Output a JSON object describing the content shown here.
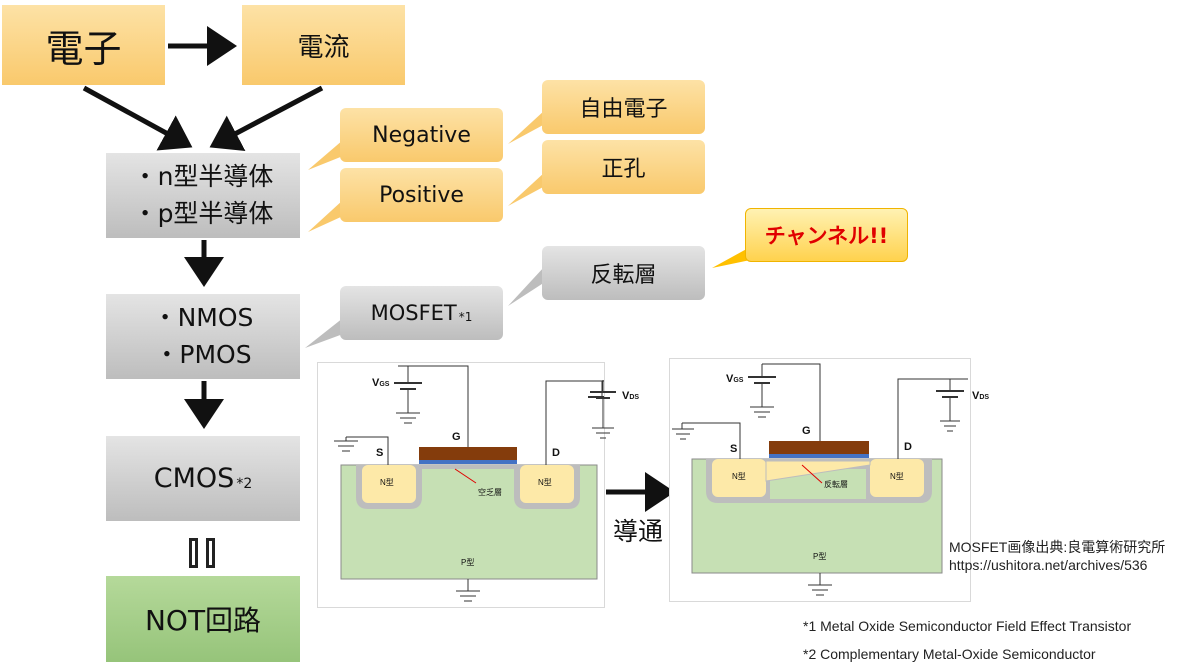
{
  "flow": {
    "electron": "電子",
    "current": "電流",
    "semi_n": "・n型半導体",
    "semi_p": "・p型半導体",
    "nmos": "・NMOS",
    "pmos": "・PMOS",
    "cmos": "CMOS",
    "cmos_note": "*2",
    "equiv_symbol": "=",
    "not_circuit": "NOT回路"
  },
  "callouts": {
    "negative": "Negative",
    "positive": "Positive",
    "free_electron": "自由電子",
    "hole": "正孔",
    "mosfet": "MOSFET",
    "mosfet_note": "*1",
    "inversion_layer": "反転層",
    "channel": "チャンネル!!"
  },
  "mosfet_fig": {
    "vgs": "V",
    "vgs_sub": "GS",
    "vds": "V",
    "vds_sub": "DS",
    "s": "S",
    "g": "G",
    "d": "D",
    "ntype": "N型",
    "ptype": "P型",
    "depletion": "空乏層",
    "inversion": "反転層",
    "conduct": "導通"
  },
  "credit": {
    "line1": "MOSFET画像出典:良電算術研究所",
    "line2": "https://ushitora.net/archives/536"
  },
  "footnotes": {
    "fn1": "*1 Metal Oxide Semiconductor Field Effect Transistor",
    "fn2": "*2 Complementary Metal-Oxide Semiconductor"
  },
  "colors": {
    "orange": "#f9c96c",
    "gray": "#bdbdbd",
    "green": "#96c47a",
    "channel_red": "#e00000",
    "substrate": "#c6e0b4",
    "n_region": "#fde9a8",
    "gate": "#843c0c",
    "oxide": "#4472c4"
  }
}
